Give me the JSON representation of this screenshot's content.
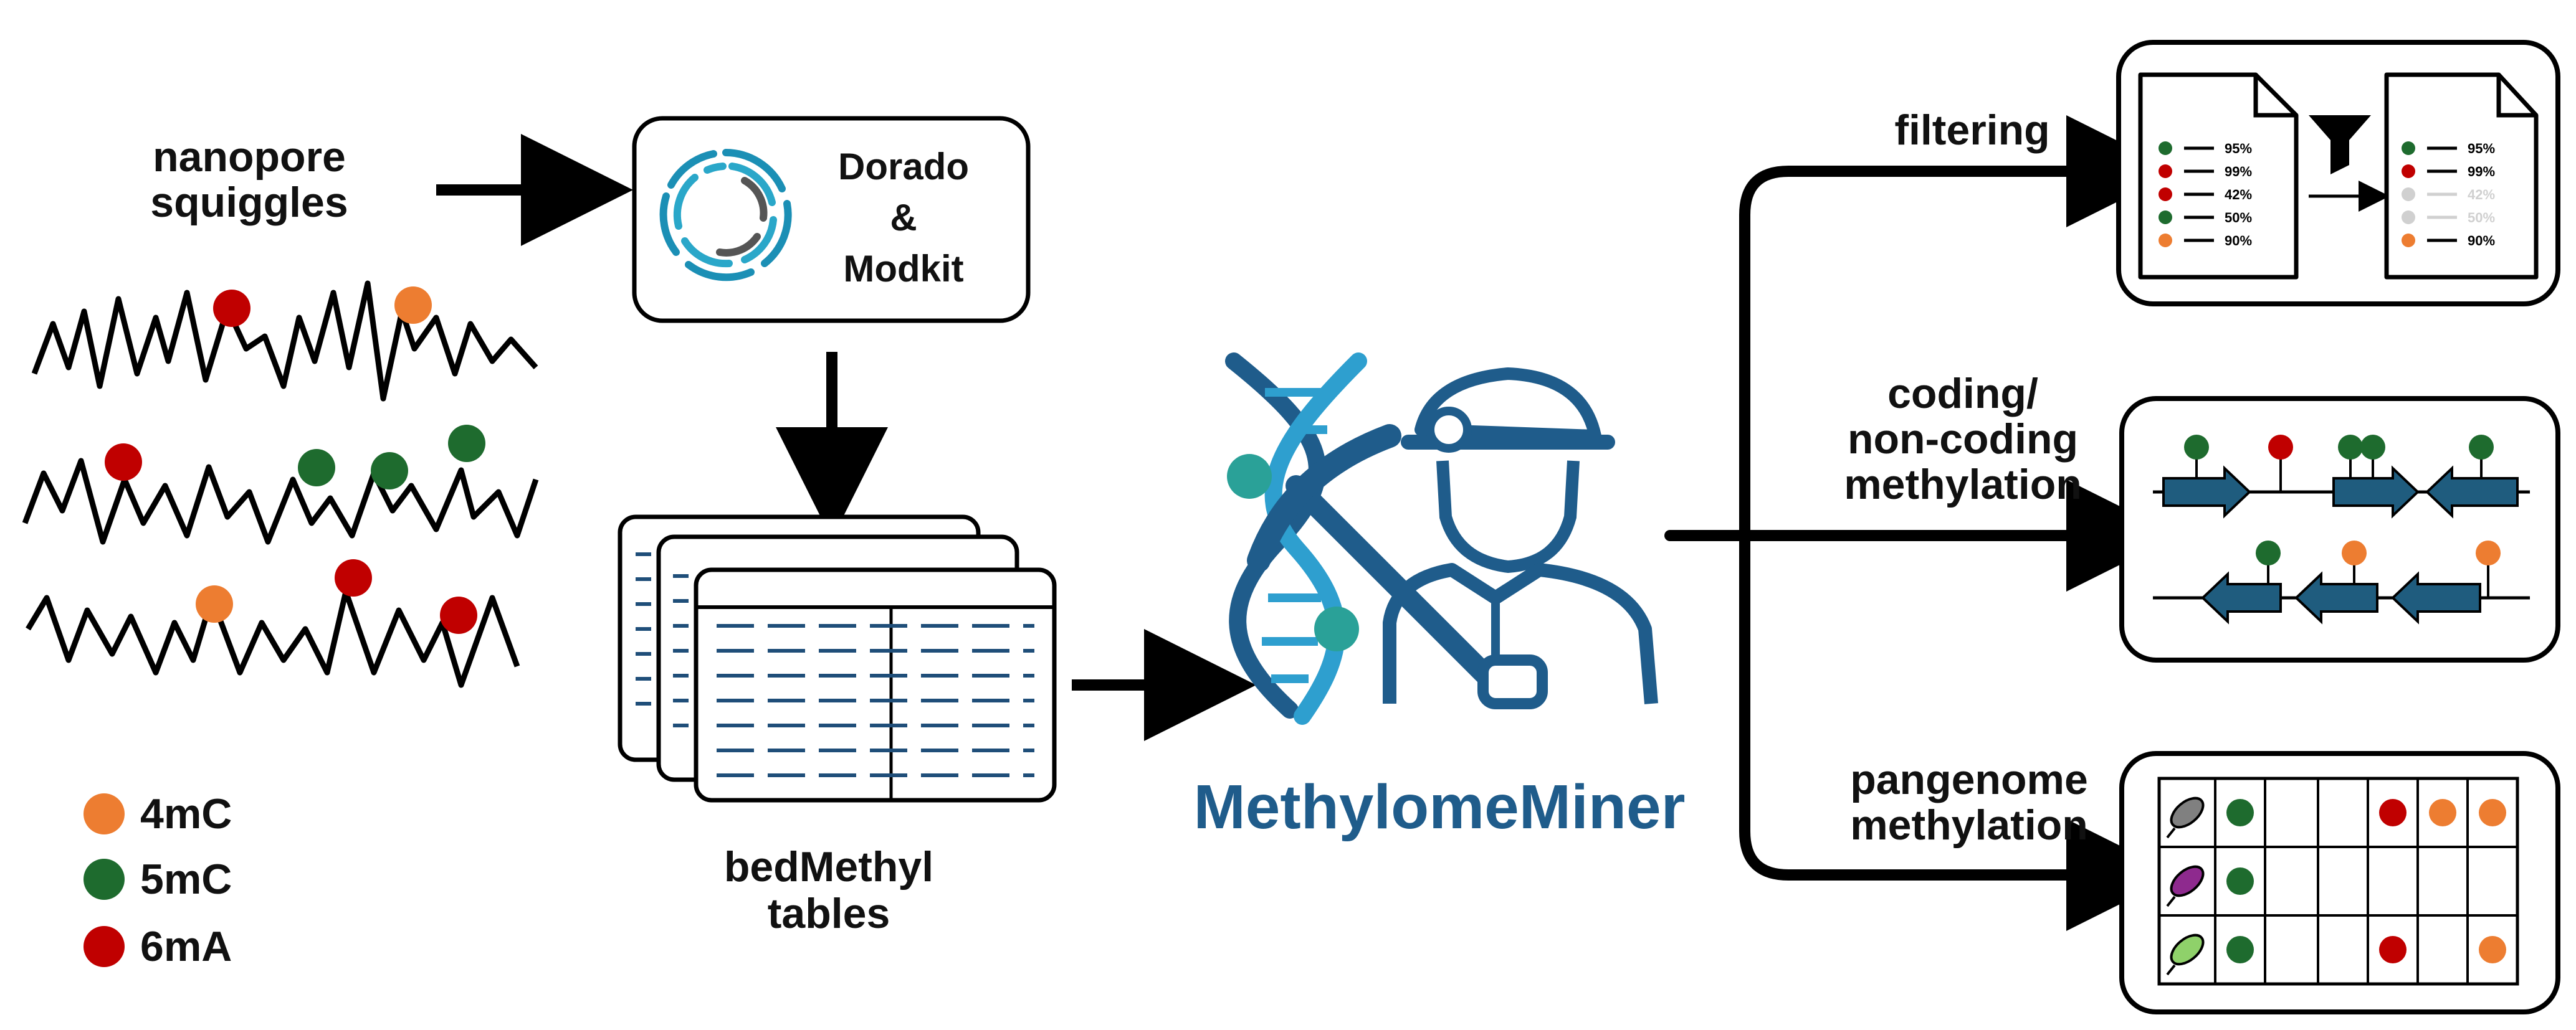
{
  "labels": {
    "input_line1": "nanopore",
    "input_line2": "squiggles",
    "tool_line1": "Dorado",
    "tool_line2": "&",
    "tool_line3": "Modkit",
    "tables_line1": "bedMethyl",
    "tables_line2": "tables",
    "brand": "MethylomeMiner",
    "out_filtering": "filtering",
    "out_coding_line1": "coding/",
    "out_coding_line2": "non-coding",
    "out_coding_line3": "methylation",
    "out_pangenome_line1": "pangenome",
    "out_pangenome_line2": "methylation"
  },
  "legend": [
    {
      "label": "4mC",
      "color": "#ED7D31"
    },
    {
      "label": "5mC",
      "color": "#1E6B2E"
    },
    {
      "label": "6mA",
      "color": "#C00000"
    }
  ],
  "filter_panel": {
    "before": [
      {
        "pct": "95%",
        "mod": "5mC"
      },
      {
        "pct": "99%",
        "mod": "6mA"
      },
      {
        "pct": "42%",
        "mod": "6mA"
      },
      {
        "pct": "50%",
        "mod": "5mC"
      },
      {
        "pct": "90%",
        "mod": "4mC"
      }
    ],
    "after": [
      {
        "pct": "95%",
        "mod": "5mC",
        "kept": true
      },
      {
        "pct": "99%",
        "mod": "6mA",
        "kept": true
      },
      {
        "pct": "42%",
        "mod": "6mA",
        "kept": false
      },
      {
        "pct": "50%",
        "mod": "5mC",
        "kept": false
      },
      {
        "pct": "90%",
        "mod": "4mC",
        "kept": true
      }
    ]
  },
  "pangenome_grid": [
    [
      "5mC",
      "",
      "6mA",
      "4mC",
      "4mC"
    ],
    [
      "5mC",
      "",
      "",
      "",
      ""
    ],
    [
      "5mC",
      "",
      "6mA",
      "",
      "4mC"
    ]
  ],
  "colors": {
    "brand_blue": "#1F5C8B",
    "teal": "#2AA198",
    "light_blue": "#2E9FCF",
    "gene_blue": "#1F5C7E",
    "faded": "#D0D0D0"
  },
  "icons": [
    "arrow-right-icon",
    "arrow-down-icon",
    "funnel-icon",
    "dorado-logo-icon",
    "miner-icon",
    "dna-icon",
    "bacterium-icon",
    "document-icon",
    "table-stack-icon"
  ]
}
